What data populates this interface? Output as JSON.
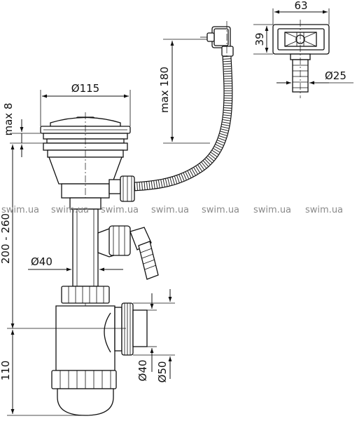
{
  "diagram": {
    "labels": {
      "width_63": "63",
      "height_39": "39",
      "dia_25": "Ø25",
      "max_180": "max 180",
      "dia_115": "Ø115",
      "max_8": "max 8",
      "range_200_260": "200 - 260",
      "dia_40_pipe": "Ø40",
      "dia_40_outlet": "Ø40",
      "dia_50_outlet": "Ø50",
      "height_110": "110"
    },
    "watermark": [
      "swim.ua",
      "swim.ua",
      "swim.ua",
      "swim.ua",
      "swim.ua",
      "swim.ua",
      "swim.ua"
    ]
  }
}
